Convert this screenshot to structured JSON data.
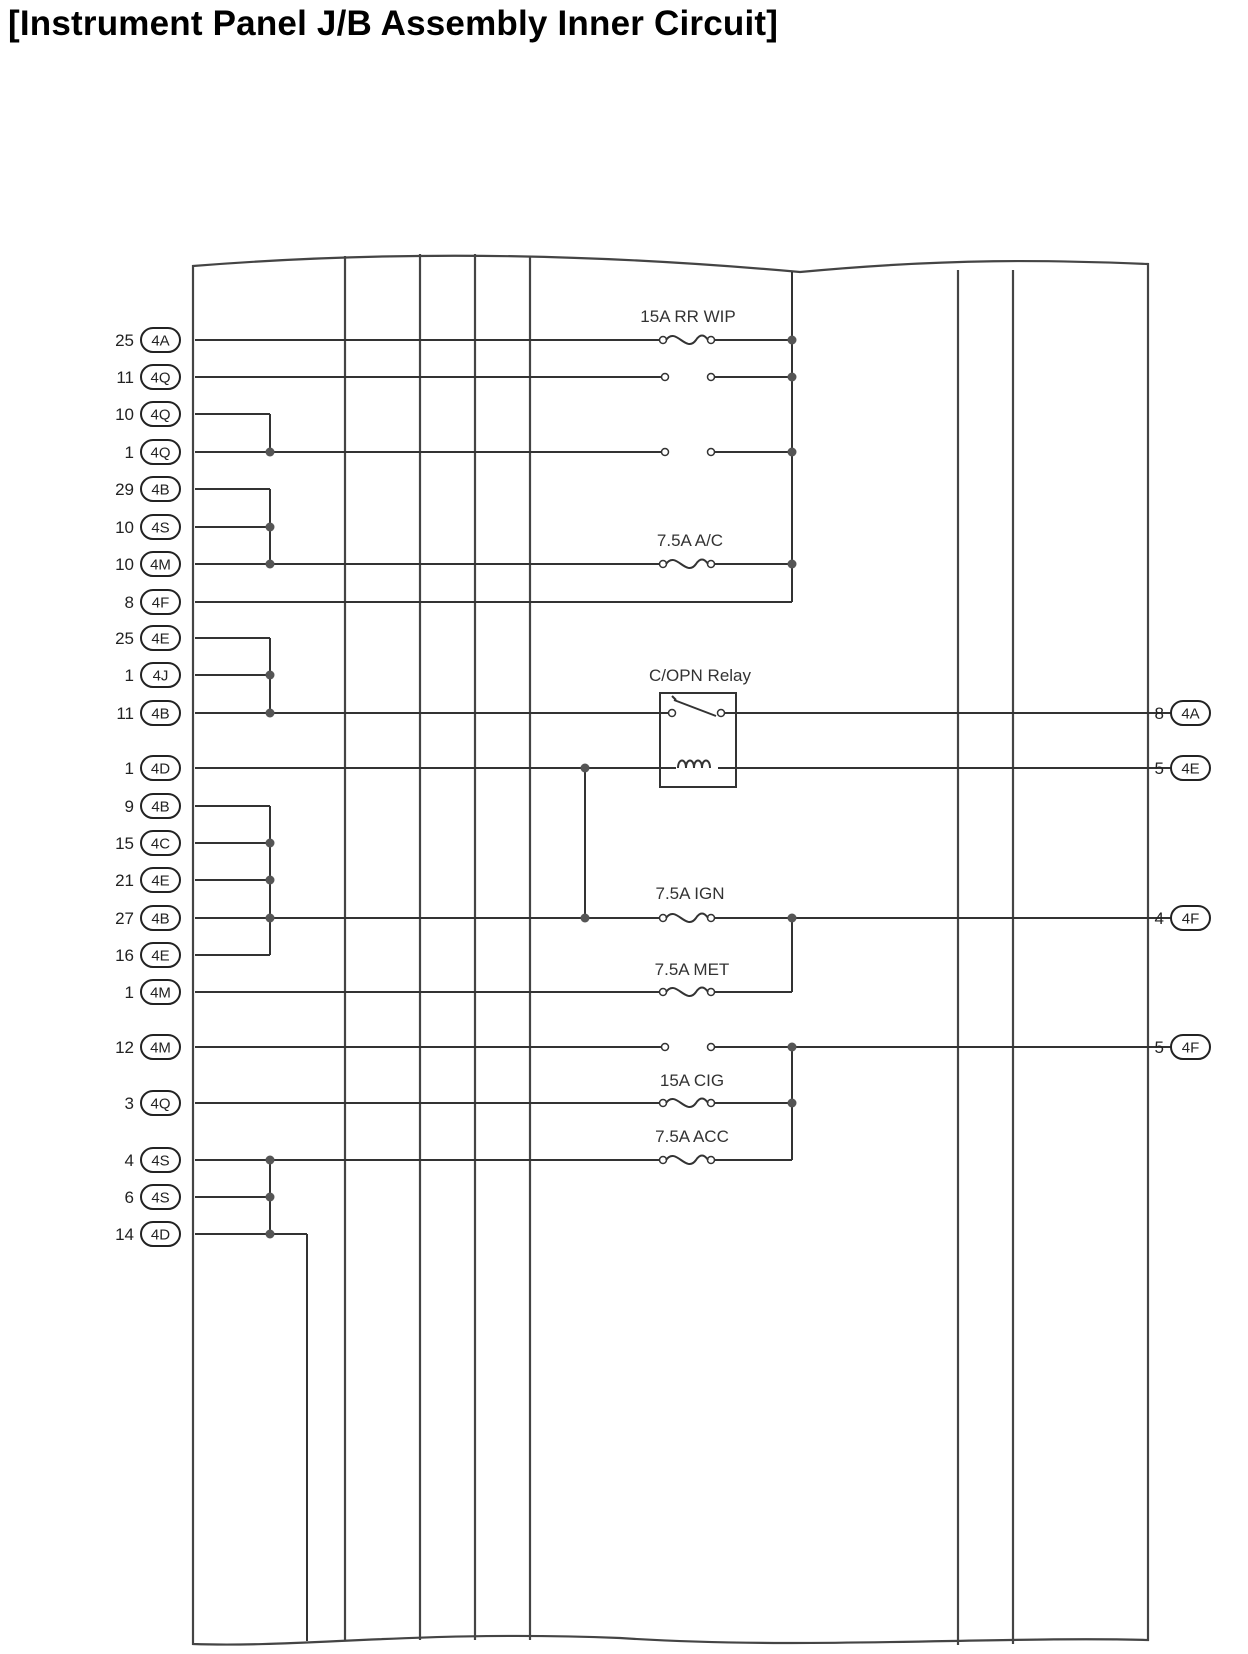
{
  "title": "[Instrument Panel J/B Assembly Inner Circuit]",
  "components": {
    "f_rrwip": "15A RR WIP",
    "f_ac": "7.5A A/C",
    "relay": "C/OPN Relay",
    "f_ign": "7.5A IGN",
    "f_met": "7.5A MET",
    "f_cig": "15A CIG",
    "f_acc": "7.5A ACC"
  },
  "left_pins": [
    {
      "pin": "25",
      "conn": "4A"
    },
    {
      "pin": "11",
      "conn": "4Q"
    },
    {
      "pin": "10",
      "conn": "4Q"
    },
    {
      "pin": "1",
      "conn": "4Q"
    },
    {
      "pin": "29",
      "conn": "4B"
    },
    {
      "pin": "10",
      "conn": "4S"
    },
    {
      "pin": "10",
      "conn": "4M"
    },
    {
      "pin": "8",
      "conn": "4F"
    },
    {
      "pin": "25",
      "conn": "4E"
    },
    {
      "pin": "1",
      "conn": "4J"
    },
    {
      "pin": "11",
      "conn": "4B"
    },
    {
      "pin": "1",
      "conn": "4D"
    },
    {
      "pin": "9",
      "conn": "4B"
    },
    {
      "pin": "15",
      "conn": "4C"
    },
    {
      "pin": "21",
      "conn": "4E"
    },
    {
      "pin": "27",
      "conn": "4B"
    },
    {
      "pin": "16",
      "conn": "4E"
    },
    {
      "pin": "1",
      "conn": "4M"
    },
    {
      "pin": "12",
      "conn": "4M"
    },
    {
      "pin": "3",
      "conn": "4Q"
    },
    {
      "pin": "4",
      "conn": "4S"
    },
    {
      "pin": "6",
      "conn": "4S"
    },
    {
      "pin": "14",
      "conn": "4D"
    }
  ],
  "right_pins": [
    {
      "pin": "8",
      "conn": "4A"
    },
    {
      "pin": "5",
      "conn": "4E"
    },
    {
      "pin": "4",
      "conn": "4F"
    },
    {
      "pin": "5",
      "conn": "4F"
    }
  ]
}
